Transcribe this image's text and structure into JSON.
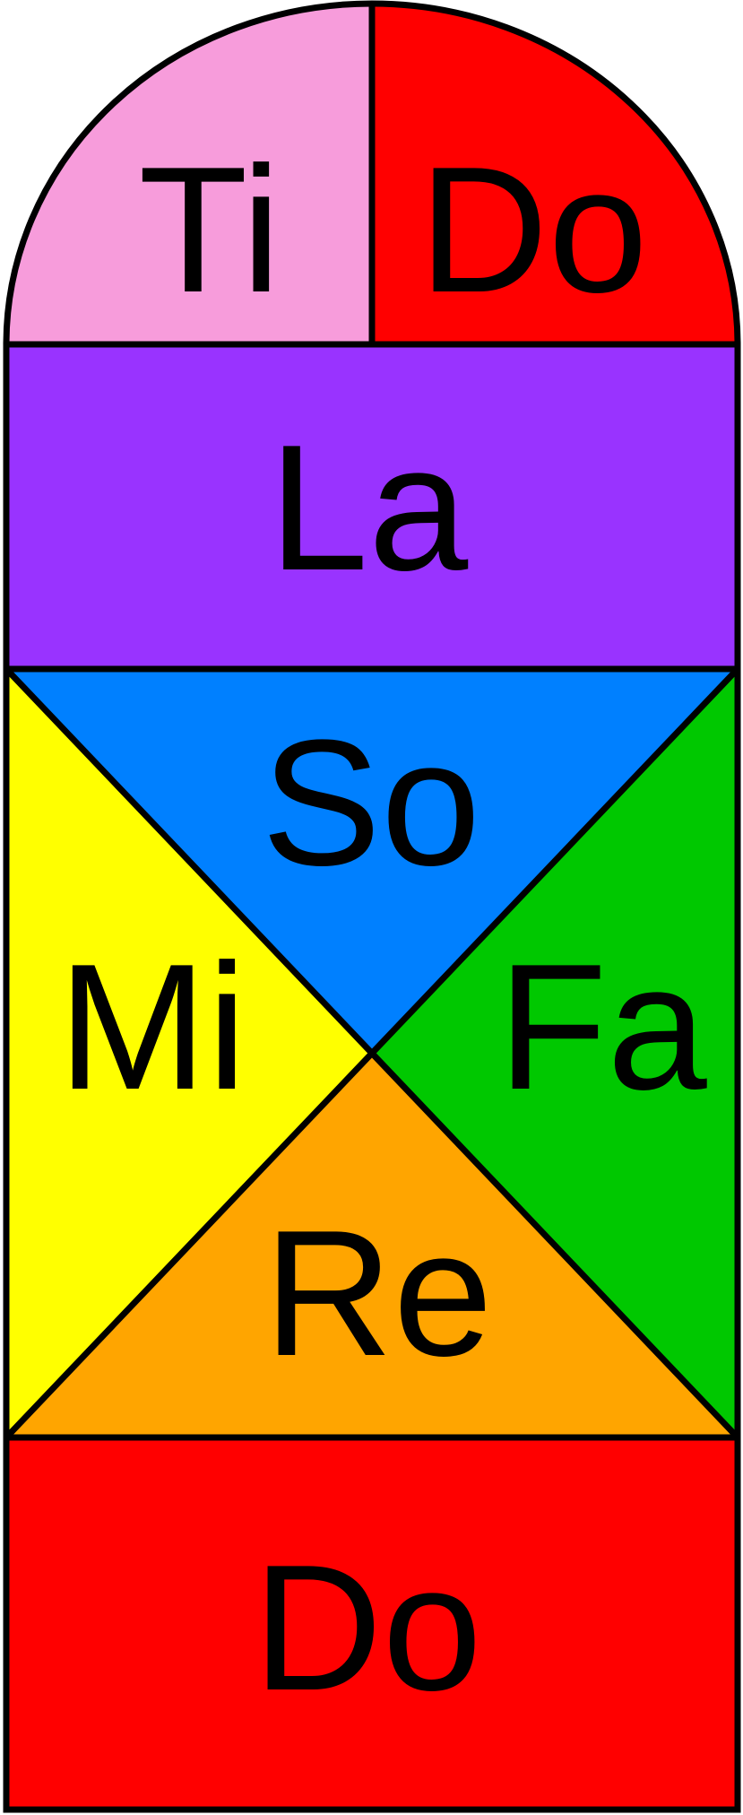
{
  "regions": {
    "ti": {
      "label": "Ti",
      "color": "#F79CDB"
    },
    "do_top": {
      "label": "Do",
      "color": "#FF0000"
    },
    "la": {
      "label": "La",
      "color": "#9933FF"
    },
    "so": {
      "label": "So",
      "color": "#0080FF"
    },
    "mi": {
      "label": "Mi",
      "color": "#FFFF00"
    },
    "fa": {
      "label": "Fa",
      "color": "#00C800"
    },
    "re": {
      "label": "Re",
      "color": "#FFA500"
    },
    "do_bottom": {
      "label": "Do",
      "color": "#FF0000"
    }
  },
  "outline_color": "#000000"
}
